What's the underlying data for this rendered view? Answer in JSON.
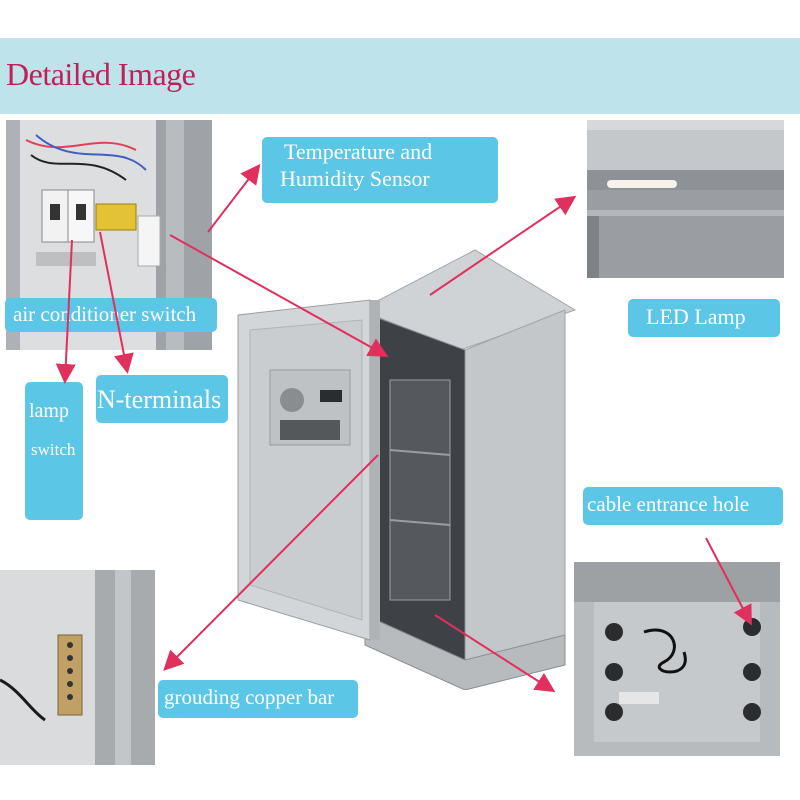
{
  "header": {
    "title": "Detailed Image"
  },
  "labels": {
    "temp_line1": "Temperature and",
    "temp_line2": "Humidity Sensor",
    "led_lamp": "LED Lamp",
    "air_conditioner_switch": "air conditioner switch",
    "lamp_line1": "lamp",
    "lamp_line2": "switch",
    "n_terminals": "N-terminals",
    "cable_entrance_hole": "cable entrance hole",
    "grouding_copper_bar": "grouding copper bar"
  },
  "photos": {
    "switch_panel": "switch-panel-photo",
    "led_lamp": "led-lamp-photo",
    "cabinet": "outdoor-cabinet-photo",
    "copper_bar": "grounding-copper-bar-photo",
    "cable_holes": "cable-entrance-holes-photo"
  },
  "colors": {
    "header_bg": "#bfe3ea",
    "title_text": "#c0205a",
    "label_bg": "#5cc6e6",
    "label_text": "#ffffff",
    "arrow": "#e0305e"
  }
}
